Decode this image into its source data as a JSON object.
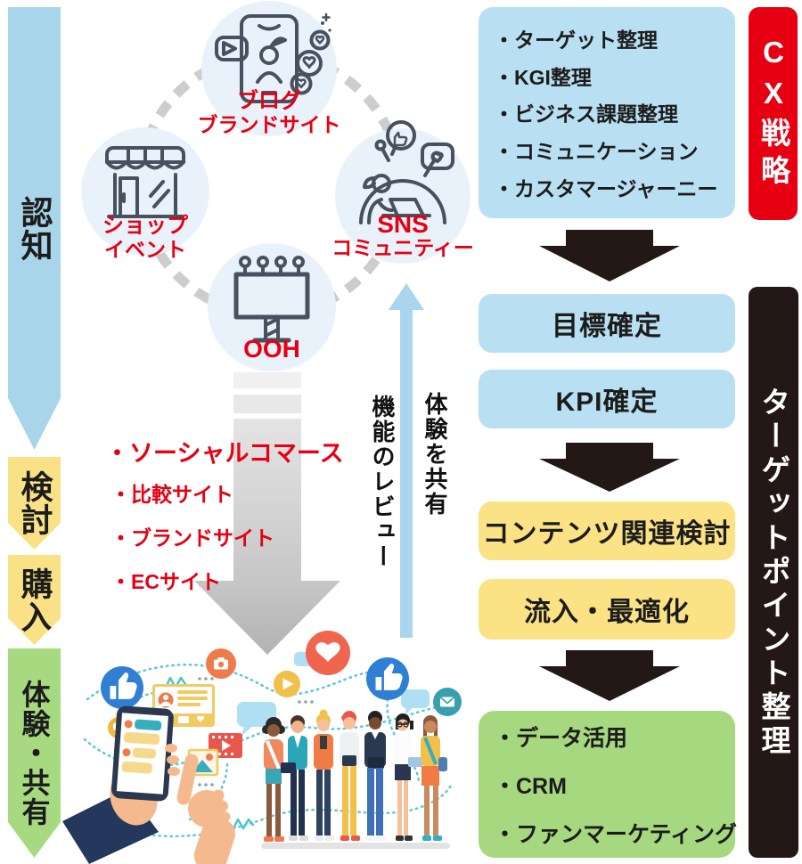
{
  "colors": {
    "accent_red": "#e60012",
    "black_bar": "#231815",
    "light_blue_box": "#b9e0f2",
    "yellow_box": "#fae285",
    "green_box": "#a6d97f",
    "funnel_blue": "#a9d5ea",
    "funnel_yellow": "#f9e286",
    "funnel_green": "#a7da80",
    "node_circle_fill": "#e9f2fa",
    "icon_stroke": "#47515f",
    "gray_arrow": "#bdbdbd",
    "blue_arrow": "#a9d6ee"
  },
  "left_funnel": {
    "stages": [
      {
        "label": "認知"
      },
      {
        "label": "検討"
      },
      {
        "label": "購入"
      },
      {
        "label": "体験・共有"
      }
    ]
  },
  "touchpoint_cycle": {
    "nodes": [
      {
        "id": "blog",
        "line1": "ブログ",
        "line2": "ブランドサイト",
        "icon": "smartphone-social-icon"
      },
      {
        "id": "shop",
        "line1": "ショップ",
        "line2": "イベント",
        "icon": "storefront-icon"
      },
      {
        "id": "sns",
        "line1": "SNS",
        "line2": "コミュニティー",
        "icon": "community-laptop-icon"
      },
      {
        "id": "ooh",
        "line1": "OOH",
        "icon": "billboard-icon"
      }
    ]
  },
  "consideration_list": {
    "title": "・ソーシャルコマース",
    "items": [
      "・比較サイト",
      "・ブランドサイト",
      "・ECサイト"
    ]
  },
  "feedback_labels": {
    "left": "機能のレビュー",
    "right": "体験を共有"
  },
  "right_flow": {
    "cx_box_items": [
      "・ターゲット整理",
      "・KGI整理",
      "・ビジネス課題整理",
      "・コミュニケーション",
      "・カスタマージャーニー"
    ],
    "cx_bar_label": "CX戦略",
    "steps": [
      {
        "label": "目標確定",
        "tone": "blue"
      },
      {
        "label": "KPI確定",
        "tone": "blue"
      },
      {
        "label": "コンテンツ関連検討",
        "tone": "yellow"
      },
      {
        "label": "流入・最適化",
        "tone": "yellow"
      }
    ],
    "result_items": [
      "・データ活用",
      "・CRM",
      "・ファンマーケティング"
    ],
    "target_bar_label": "ターゲットポイント整理"
  },
  "illustration_icons": [
    "thumbs-up-icon",
    "camera-icon",
    "heart-icon",
    "play-icon",
    "envelope-icon",
    "chat-bubble-icon",
    "profile-card",
    "film-clip-icon",
    "photo-icon",
    "smartphone-chat",
    "pointing-hand",
    "people-group"
  ]
}
